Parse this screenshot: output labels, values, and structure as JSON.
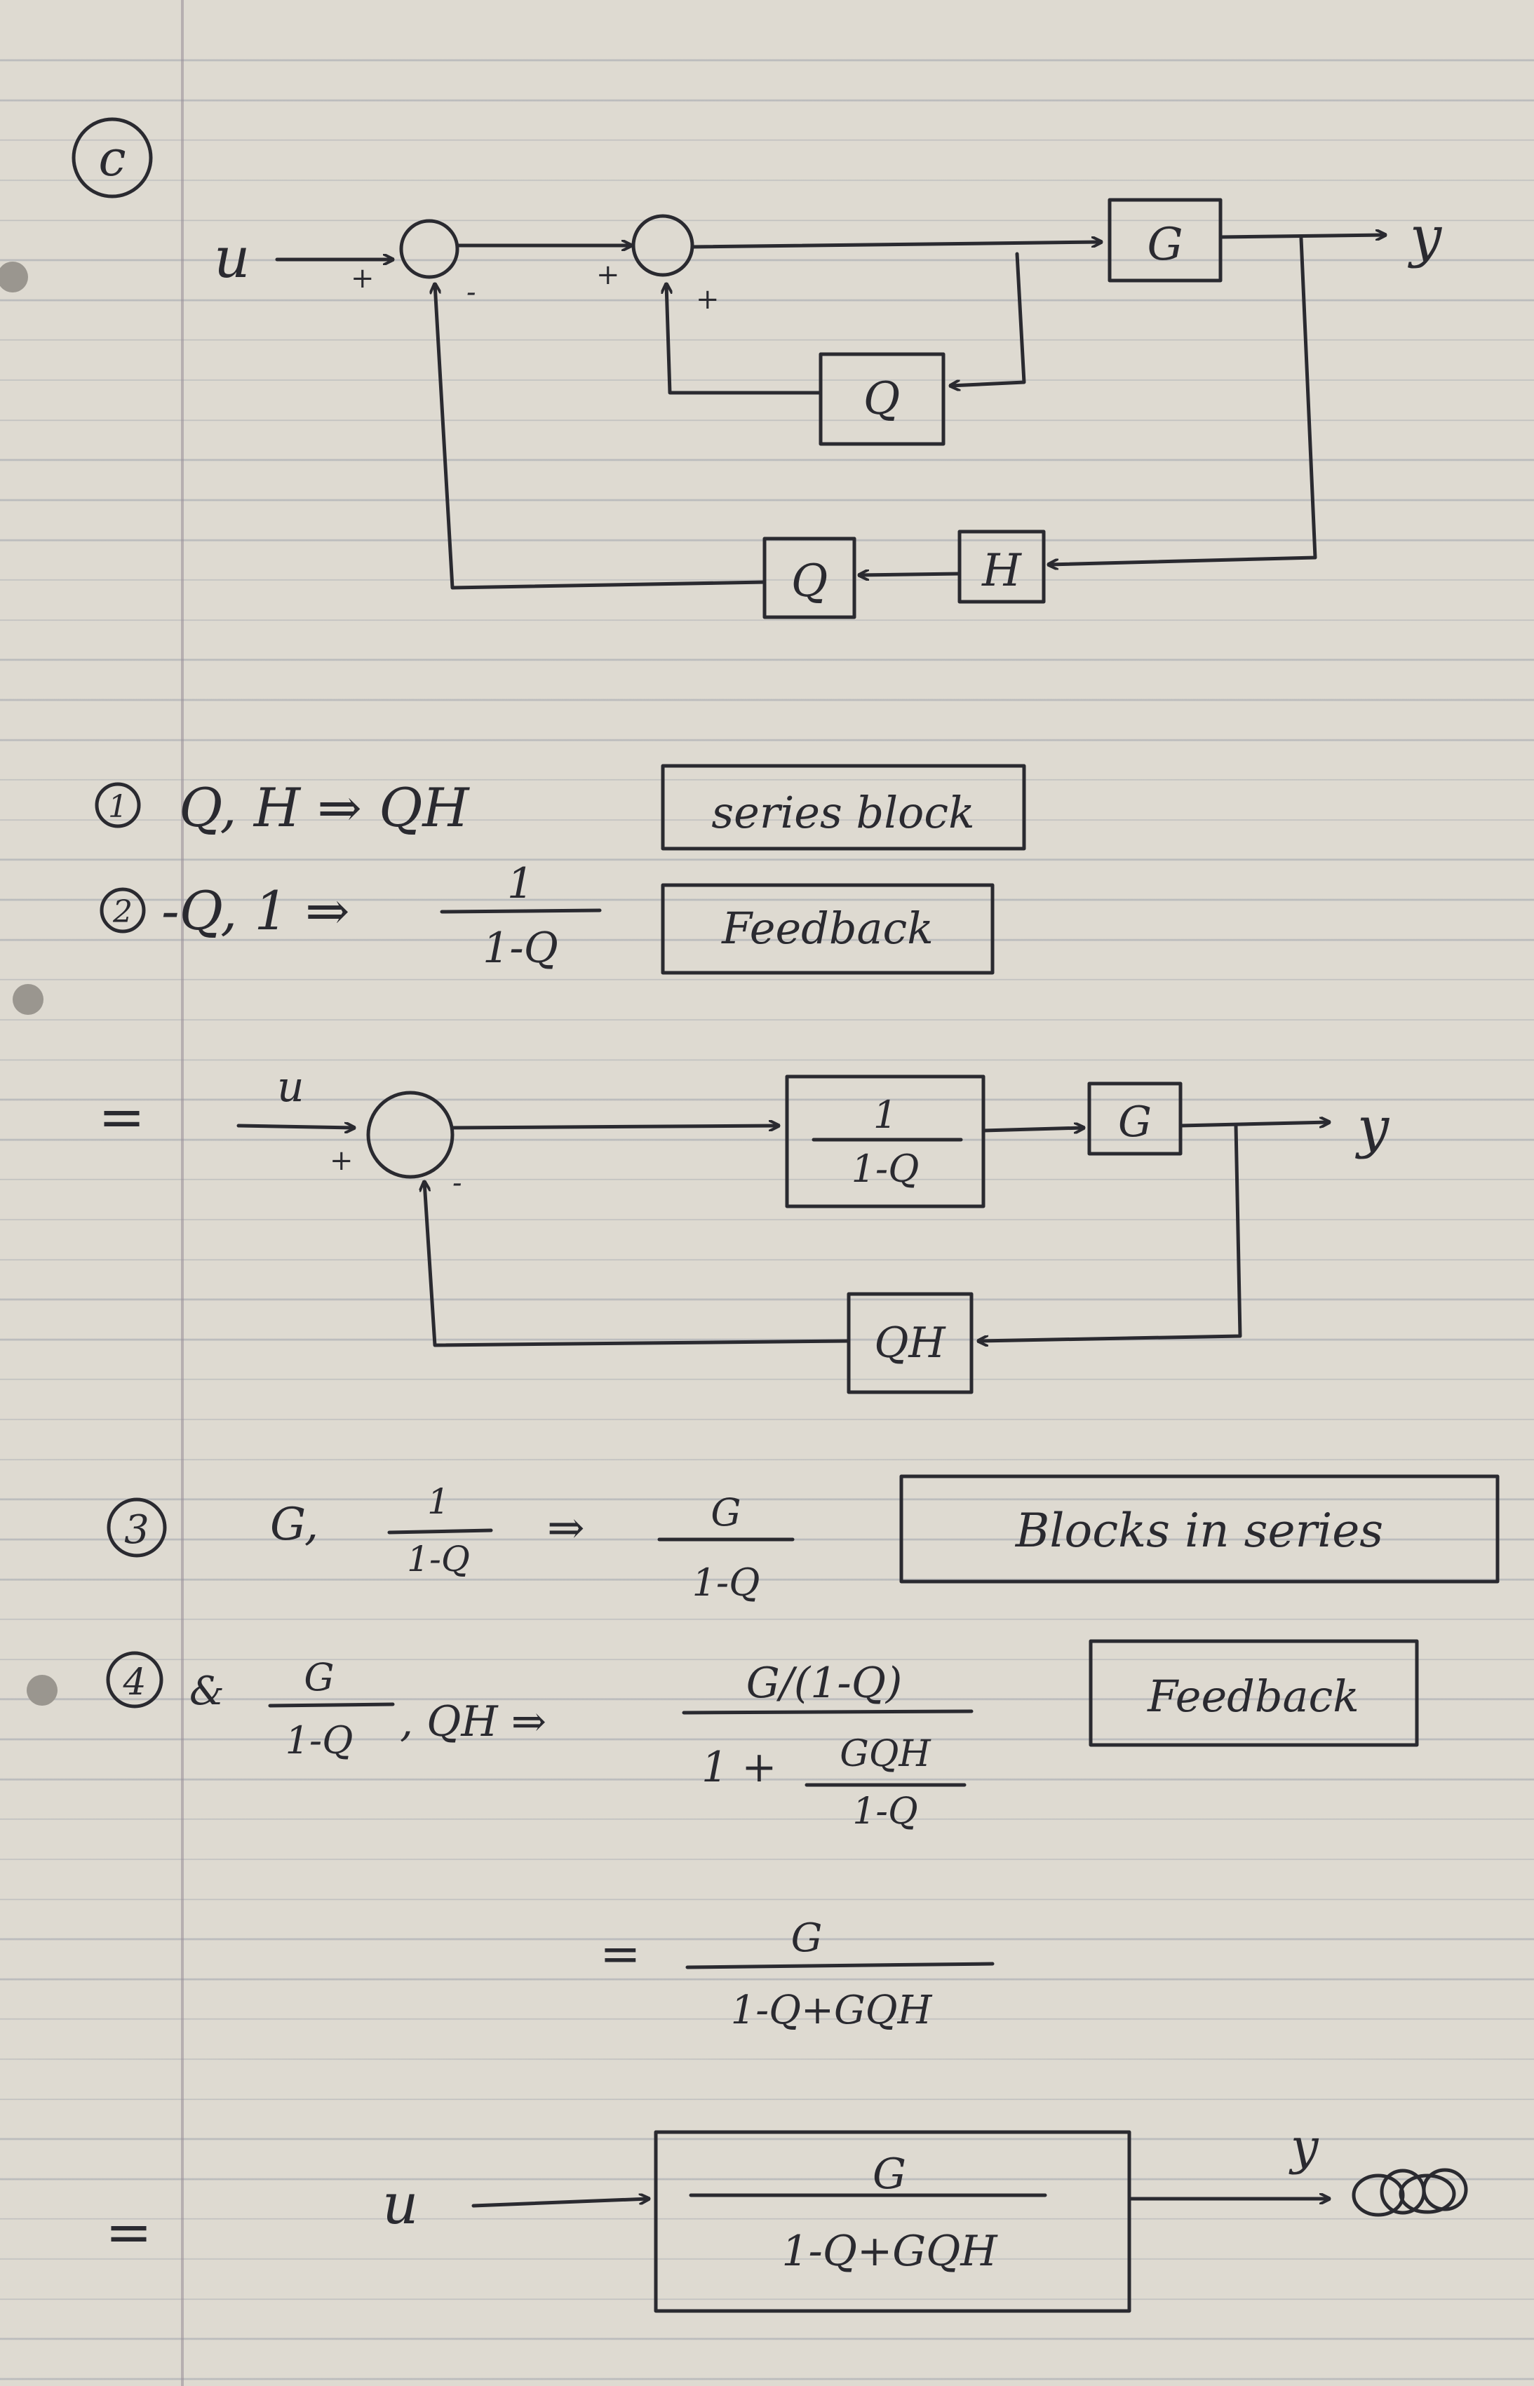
{
  "part_label": "c",
  "diagram1": {
    "input": "u",
    "output": "y",
    "blocks": {
      "forward": "G",
      "inner_feedback": "Q",
      "outer_feedback_1": "H",
      "outer_feedback_2": "Q"
    },
    "signs": {
      "sum1_in": "+",
      "sum1_fb": "-",
      "sum2_in": "+",
      "sum2_fb": "+"
    }
  },
  "steps": [
    {
      "num": "1",
      "text": "Q, H ⇒ QH",
      "box": "series block"
    },
    {
      "num": "2",
      "text": "-Q, 1 ⇒",
      "num_expr": "1",
      "den_expr": "1-Q",
      "box": "Feedback"
    },
    {
      "num": "3",
      "text1": "G,",
      "frac1_num": "1",
      "frac1_den": "1-Q",
      "arrow": "⇒",
      "frac2_num": "G",
      "frac2_den": "1-Q",
      "box": "Blocks in series"
    },
    {
      "num": "4",
      "prefix": "&",
      "frac1_num": "G",
      "frac1_den": "1-Q",
      "mid": ", QH ⇒",
      "num_expr": "G/(1-Q)",
      "den_lead": "1 +",
      "den_num": "GQH",
      "den_den": "1-Q",
      "box": "Feedback"
    }
  ],
  "equals": "=",
  "diagram2": {
    "input": "u",
    "output": "y",
    "block1_num": "1",
    "block1_den": "1-Q",
    "block2": "G",
    "feedback": "QH",
    "signs": {
      "in": "+",
      "fb": "-"
    }
  },
  "simplified": {
    "num": "G",
    "den": "1-Q+GQH"
  },
  "diagram3": {
    "input": "u",
    "output": "y",
    "num": "G",
    "den": "1-Q+GQH"
  }
}
